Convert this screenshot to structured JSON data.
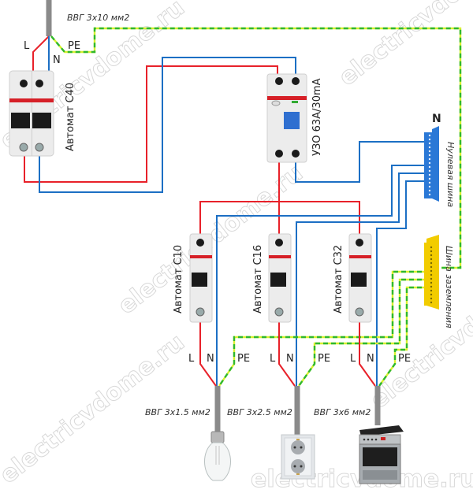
{
  "diagram": {
    "title": "Wiring diagram: input breaker, RCD, neutral and earth buses, three branch circuits",
    "watermark": "electricvdome.ru",
    "input_cable": {
      "label": "ВВГ 3x10 мм2",
      "conductors": [
        "L",
        "N",
        "PE"
      ]
    },
    "main_breaker": {
      "label": "Автомат С40",
      "poles": 2
    },
    "rcd": {
      "label": "УЗО 63А/30mA"
    },
    "neutral_bus": {
      "letter": "N",
      "label": "Нулевая шина",
      "color": "#1c6fc4"
    },
    "earth_bus": {
      "label": "Шина заземления",
      "color": "#f2cc00"
    },
    "branches": [
      {
        "breaker_label": "Автомат С10",
        "cable_label": "ВВГ 3x1.5 мм2",
        "load": "light-bulb",
        "conductors": [
          "L",
          "N",
          "PE"
        ]
      },
      {
        "breaker_label": "Автомат С16",
        "cable_label": "ВВГ 3x2.5 мм2",
        "load": "socket",
        "conductors": [
          "L",
          "N",
          "PE"
        ]
      },
      {
        "breaker_label": "Автомат С32",
        "cable_label": "ВВГ 3x6 мм2",
        "load": "electric-stove",
        "conductors": [
          "L",
          "N",
          "PE"
        ]
      }
    ],
    "wire_colors": {
      "L": "#e8212a",
      "N": "#1c6fc4",
      "PE": "#2fb82f"
    }
  }
}
